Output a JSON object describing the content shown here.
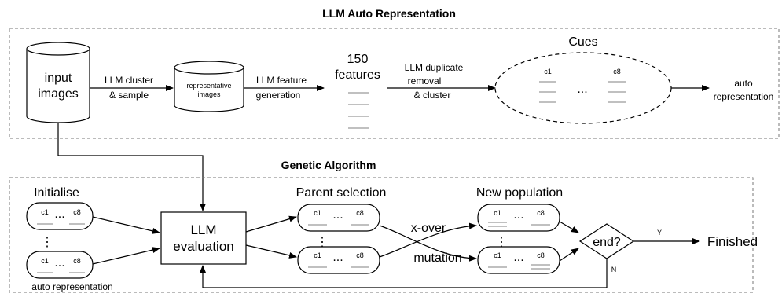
{
  "top_section": {
    "title": "LLM Auto Representation",
    "input_images": [
      "input",
      "images"
    ],
    "cluster_label": [
      "LLM cluster",
      "& sample"
    ],
    "rep_images": [
      "representative",
      "images"
    ],
    "feature_label": [
      "LLM feature",
      "generation"
    ],
    "features": [
      "150",
      "features"
    ],
    "dup_label": [
      "LLM duplicate",
      "removal",
      "& cluster"
    ],
    "cues_title": "Cues",
    "cue_first": "c1",
    "cue_last": "c8",
    "ellipsis": "...",
    "auto_rep": [
      "auto",
      "representation"
    ]
  },
  "bottom_section": {
    "title": "Genetic Algorithm",
    "initialise": "Initialise",
    "parent_selection": "Parent selection",
    "new_population": "New population",
    "chromosome": {
      "first": "c1",
      "last": "c8",
      "dots": "...",
      "vdots": "⋮"
    },
    "llm_eval": [
      "LLM",
      "evaluation"
    ],
    "xover": "x-over",
    "mutation": "mutation",
    "end": "end?",
    "yes": "Y",
    "no": "N",
    "finished": "Finished",
    "auto_rep": "auto representation"
  }
}
